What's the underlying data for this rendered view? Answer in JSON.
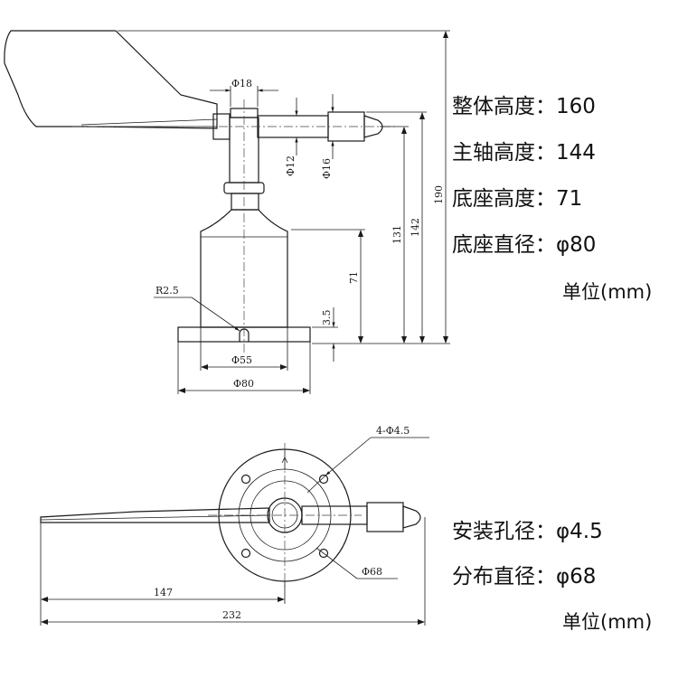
{
  "side_view": {
    "dimensions": {
      "d18": "Φ18",
      "d12": "Φ12",
      "d16": "Φ16",
      "h190": "190",
      "h142": "142",
      "h131": "131",
      "h71": "71",
      "h3_5": "3.5",
      "r2_5": "R2.5",
      "d55": "Φ55",
      "d80": "Φ80"
    }
  },
  "specs_top": [
    {
      "label": "整体高度：",
      "value": "160"
    },
    {
      "label": "主轴高度：",
      "value": "144"
    },
    {
      "label": "底座高度：",
      "value": "71"
    },
    {
      "label": "底座直径：",
      "value": "φ80"
    }
  ],
  "unit_top": "单位(mm)",
  "top_view": {
    "dimensions": {
      "holes": "4-Φ4.5",
      "d68": "Φ68",
      "l147": "147",
      "l232": "232"
    }
  },
  "specs_bottom": [
    {
      "label": "安装孔径：",
      "value": "φ4.5"
    },
    {
      "label": "分布直径：",
      "value": "φ68"
    }
  ],
  "unit_bottom": "单位(mm)"
}
